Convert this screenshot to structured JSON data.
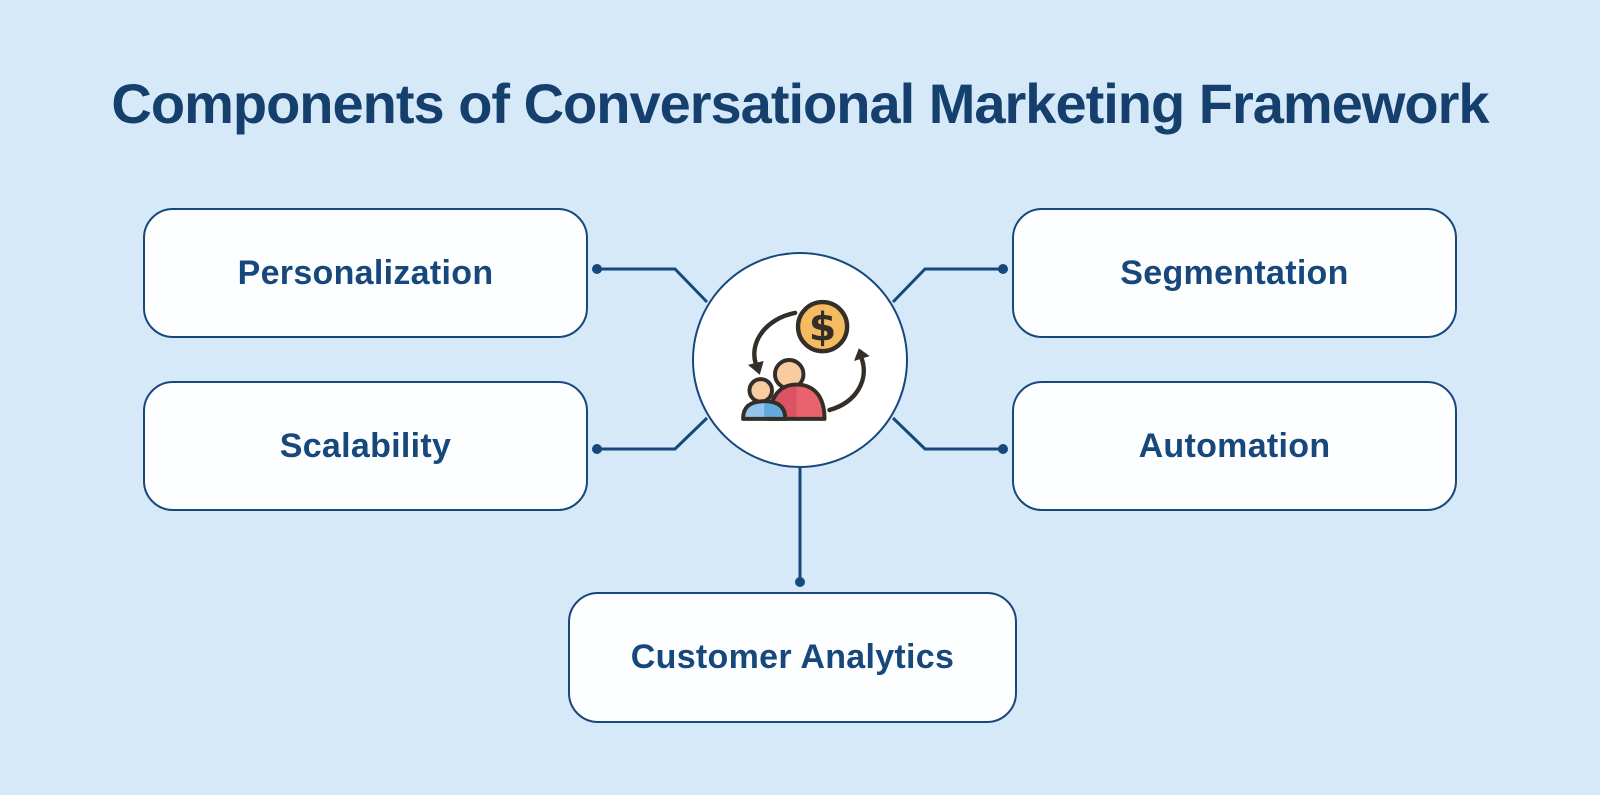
{
  "title": "Components of Conversational Marketing Framework",
  "nodes": {
    "personalization": {
      "label": "Personalization"
    },
    "segmentation": {
      "label": "Segmentation"
    },
    "scalability": {
      "label": "Scalability"
    },
    "automation": {
      "label": "Automation"
    },
    "customer_analytics": {
      "label": "Customer Analytics"
    }
  },
  "center": {
    "icon": "customers-money-cycle-icon",
    "coin_symbol": "$"
  },
  "colors": {
    "bg": "#d6e9f8",
    "navy": "#17487c",
    "title": "#153f6c",
    "box-fill": "#fdfeff",
    "coin": "#f4bb61",
    "outline": "#332e28",
    "head": "#f8cba1",
    "body-red": "#e9636e",
    "body-red-shade": "#dc5363",
    "body-blue": "#64a9dc",
    "body-blue-light": "#93c4ec"
  }
}
